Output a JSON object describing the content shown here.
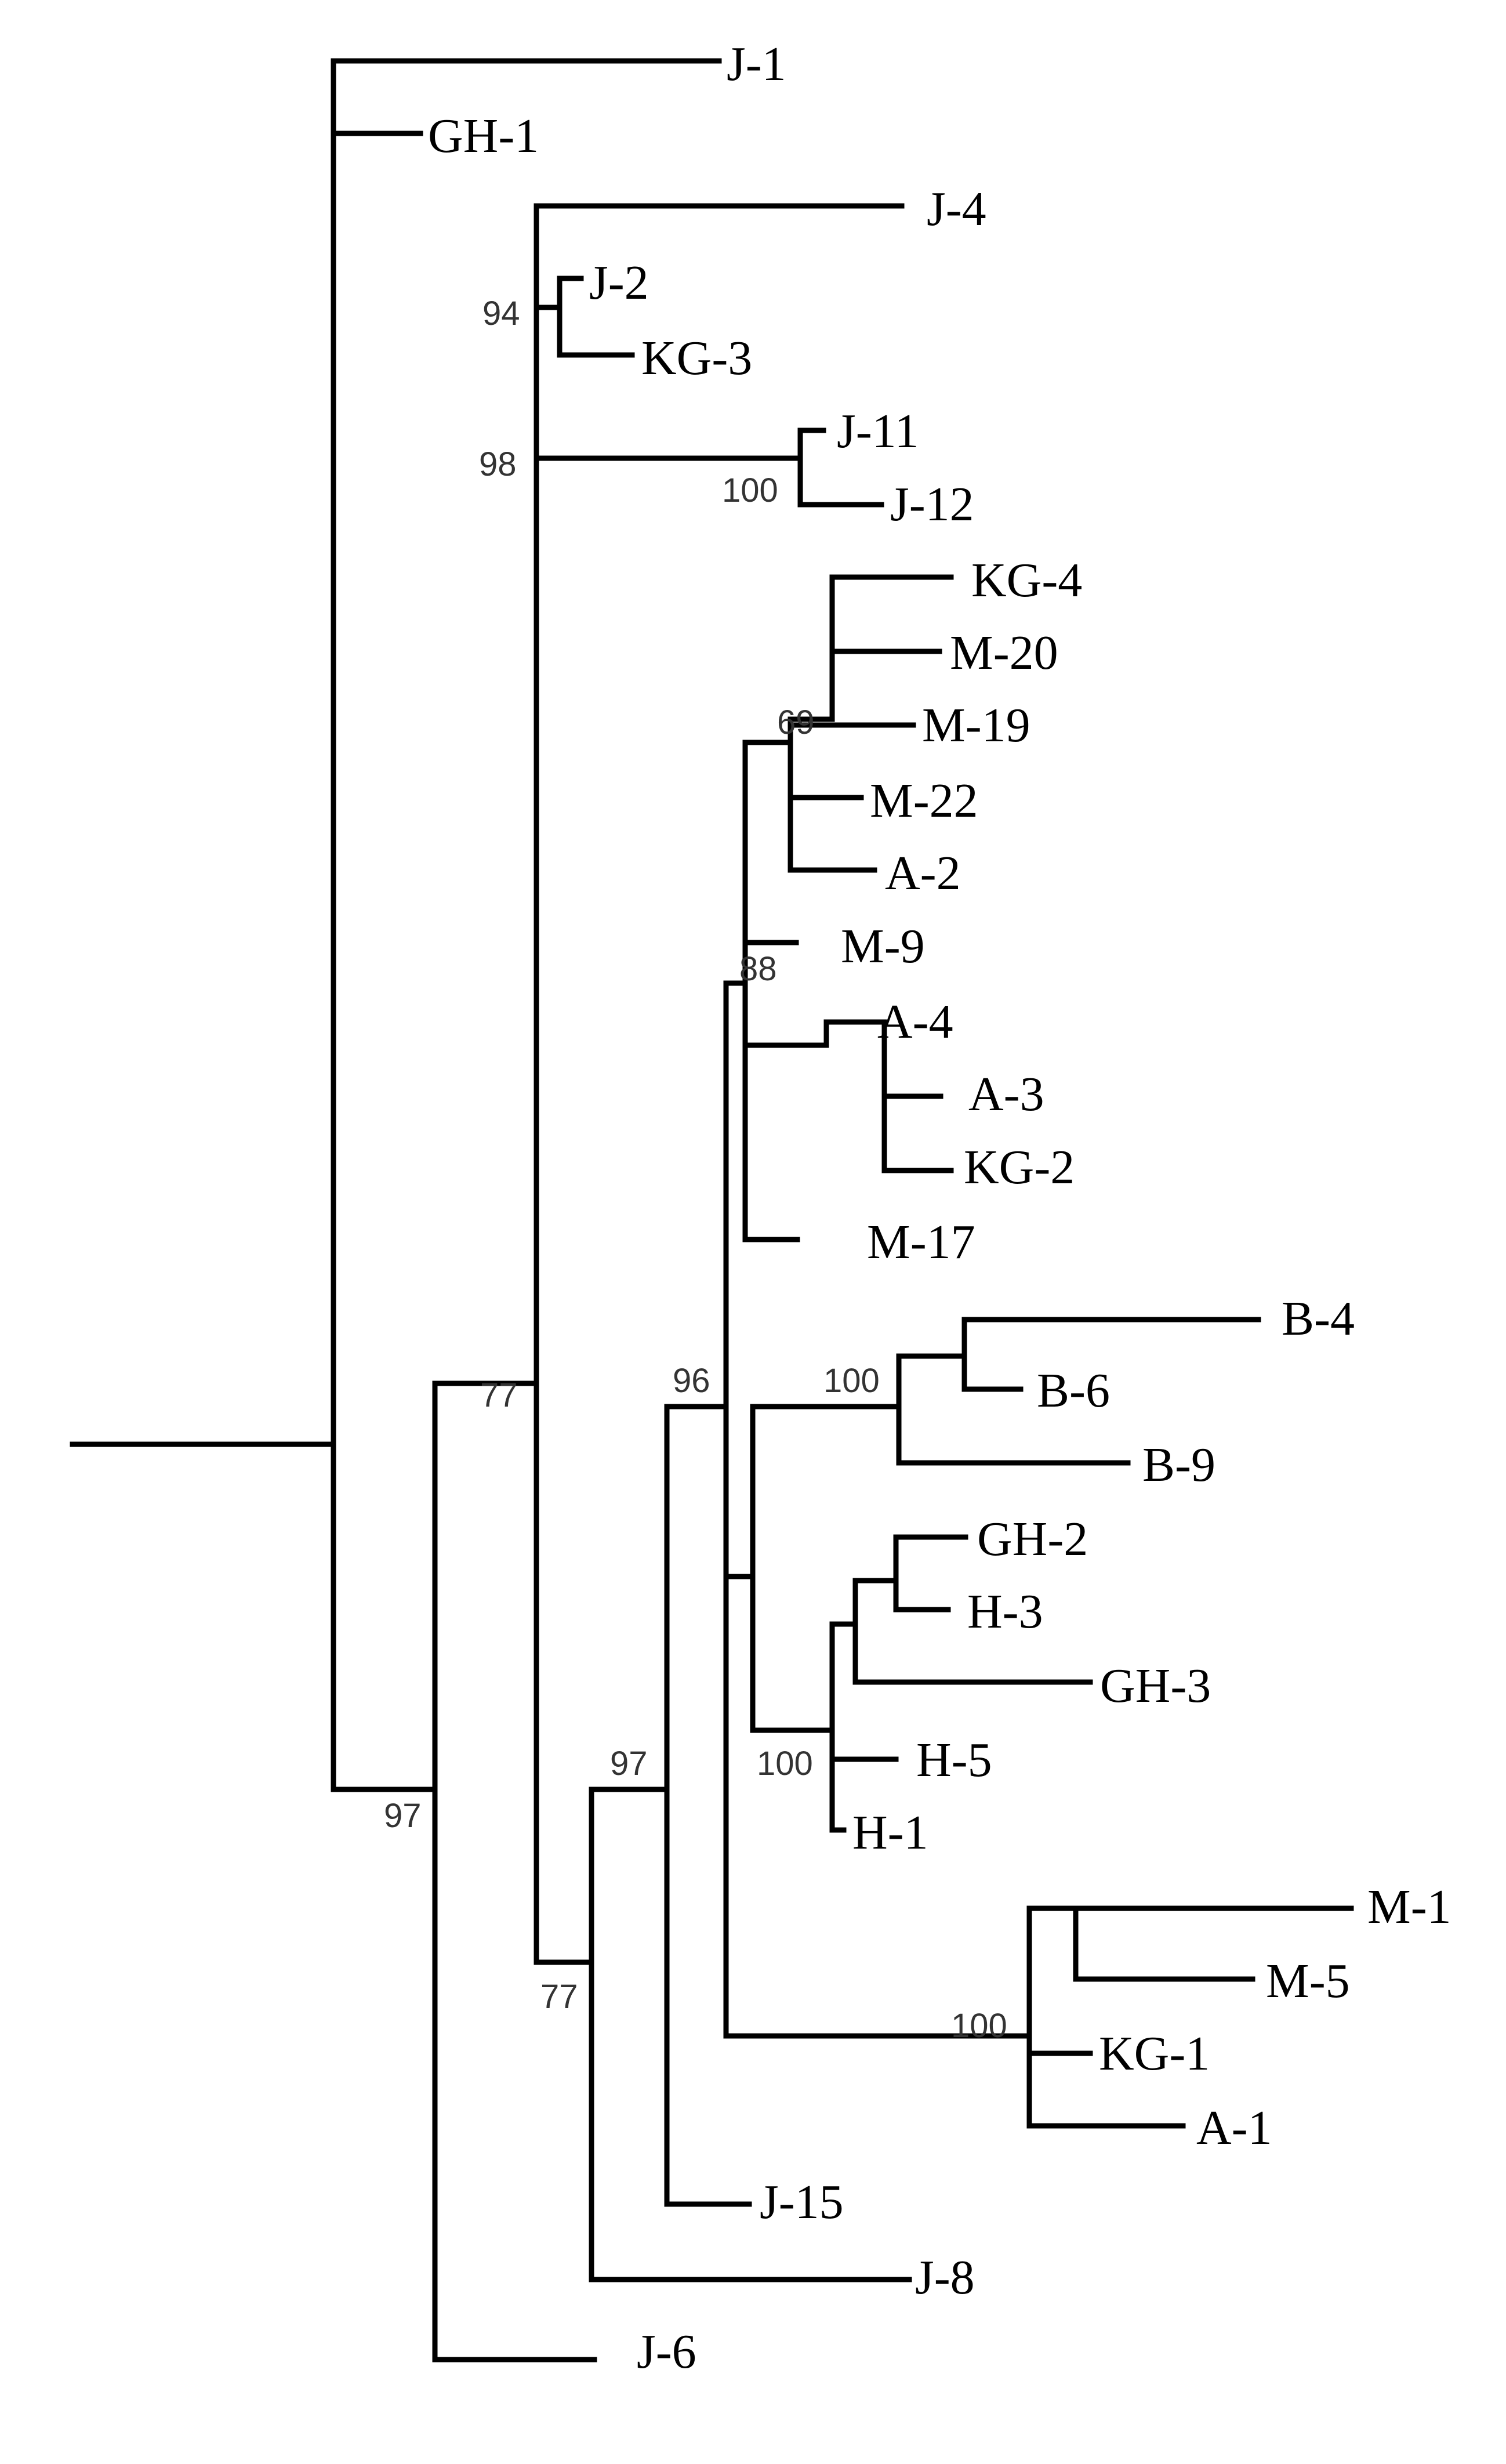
{
  "tree": {
    "leaves": {
      "J1": "J-1",
      "GH1": "GH-1",
      "J4": "J-4",
      "J2": "J-2",
      "KG3": "KG-3",
      "J11": "J-11",
      "J12": "J-12",
      "KG4": "KG-4",
      "M20": "M-20",
      "M19": "M-19",
      "M22": "M-22",
      "A2": "A-2",
      "M9": "M-9",
      "A4": "A-4",
      "A3": "A-3",
      "KG2": "KG-2",
      "M17": "M-17",
      "B4": "B-4",
      "B6": "B-6",
      "B9": "B-9",
      "GH2": "GH-2",
      "H3": "H-3",
      "GH3": "GH-3",
      "H5": "H-5",
      "H1": "H-1",
      "M1": "M-1",
      "M5": "M-5",
      "KG1": "KG-1",
      "A1": "A-1",
      "J15": "J-15",
      "J8": "J-8",
      "J6": "J-6"
    },
    "support": {
      "n94": "94",
      "n98": "98",
      "n100a": "100",
      "n69": "69",
      "n88": "88",
      "n77a": "77",
      "n96": "96",
      "n100b": "100",
      "n100c": "100",
      "n97a": "97",
      "n77b": "77",
      "n100d": "100",
      "n97b": "97"
    }
  }
}
